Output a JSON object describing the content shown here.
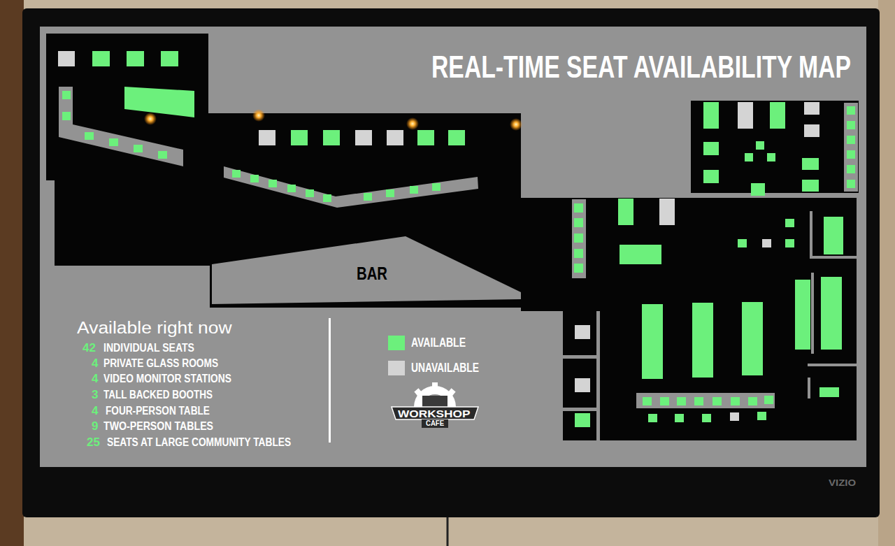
{
  "diagram": {
    "title": "REAL-TIME SEAT AVAILABILITY MAP",
    "nodes": [
      {
        "text": [
          "BAR"
        ]
      }
    ],
    "labels": [
      "Available right now",
      "42",
      "INDIVIDUAL SEATS",
      "4",
      "PRIVATE GLASS ROOMS",
      "4",
      "VIDEO MONITOR STATIONS",
      "3",
      "TALL BACKED BOOTHS",
      "4",
      "FOUR-PERSON TABLE",
      "9",
      "TWO-PERSON TABLES",
      "25",
      "SEATS AT LARGE COMMUNITY TABLES",
      "WORKSHOP",
      "CAFE",
      "VIZIO"
    ],
    "legend": [
      {
        "text": "AVAILABLE",
        "color": "#6cf07c"
      },
      {
        "text": "UNAVAILABLE",
        "color": "#d4d4d4"
      }
    ]
  }
}
